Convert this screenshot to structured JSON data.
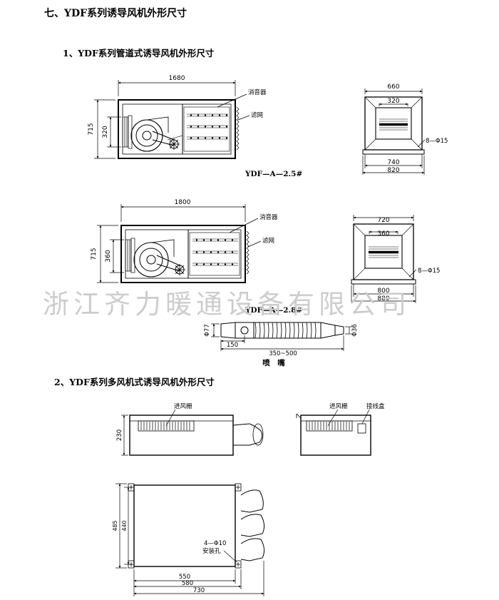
{
  "section_title": "七、YDF系列诱导风机外形尺寸",
  "part1": {
    "title": "1、YDF系列管道式诱导风机外形尺寸",
    "model_a": {
      "caption": "YDF—A—2.5#",
      "side": {
        "width": "1680",
        "height": "715",
        "inlet": "320",
        "label_silencer": "消音器",
        "label_filter": "滤网"
      },
      "front": {
        "top": "660",
        "inner": "320",
        "bottom1": "740",
        "bottom2": "820",
        "holes": "8—Φ15"
      }
    },
    "model_b": {
      "caption": "YDF—A—2.8#",
      "side": {
        "width": "1800",
        "height": "715",
        "inlet": "360",
        "label_silencer": "消音器",
        "label_filter": "滤网"
      },
      "front": {
        "top": "720",
        "inner": "360",
        "bottom1": "800",
        "bottom2": "880",
        "holes": "8—Φ15"
      }
    },
    "nozzle": {
      "caption": "喷　嘴",
      "dia_left": "Φ77",
      "dia_right": "Φ36",
      "len_short": "150",
      "len_total": "350~500"
    }
  },
  "part2": {
    "title": "2、YDF系列多风机式诱导风机外形尺寸",
    "side": {
      "label_grille": "进风栅",
      "height": "230"
    },
    "end": {
      "label_grille": "进风栅",
      "label_box": "接线盒"
    },
    "plan": {
      "outer_h": "485",
      "inner_h": "440",
      "w1": "550",
      "w2": "580",
      "w3": "730",
      "holes": "4—Φ10",
      "holes_label": "安装孔"
    }
  },
  "watermark": "浙江齐力暖通设备有限公司"
}
